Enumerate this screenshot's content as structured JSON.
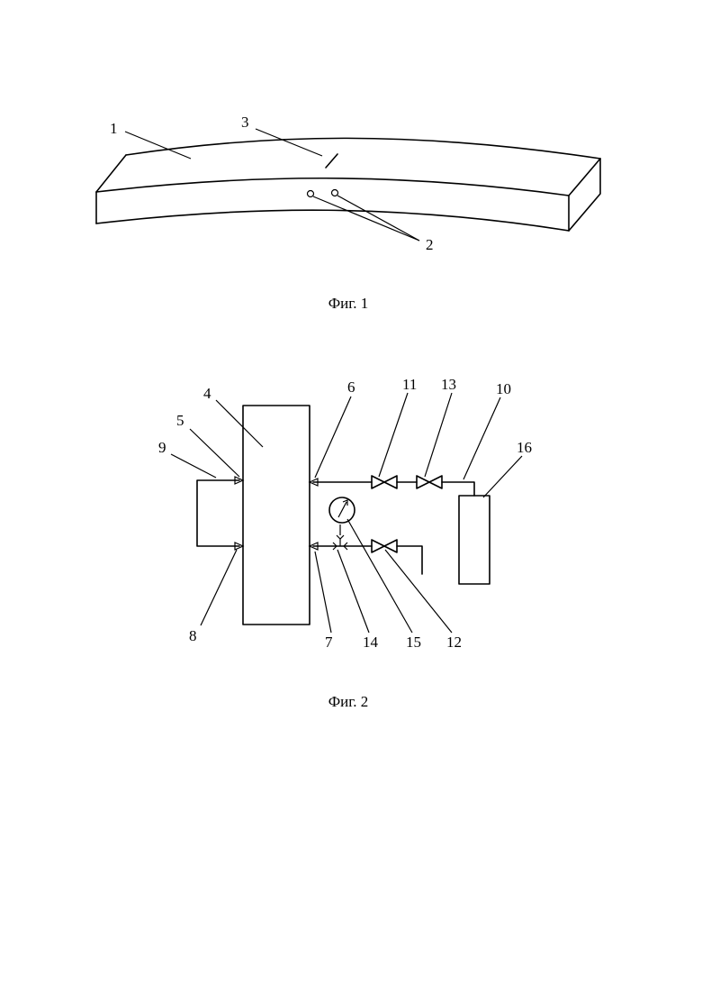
{
  "figure1": {
    "caption": "Фиг. 1",
    "labels": {
      "beam": "1",
      "holes": "2",
      "slot": "3"
    }
  },
  "figure2": {
    "caption": "Фиг. 2",
    "labels": {
      "block": "4",
      "port_left_top": "5",
      "port_right_top": "6",
      "port_right_bottom": "7",
      "port_left_bottom": "8",
      "loop_pipe": "9",
      "supply_pipe": "10",
      "valve_top_1": "11",
      "valve_bottom": "12",
      "valve_top_2": "13",
      "tee": "14",
      "gauge": "15",
      "tank": "16"
    }
  }
}
